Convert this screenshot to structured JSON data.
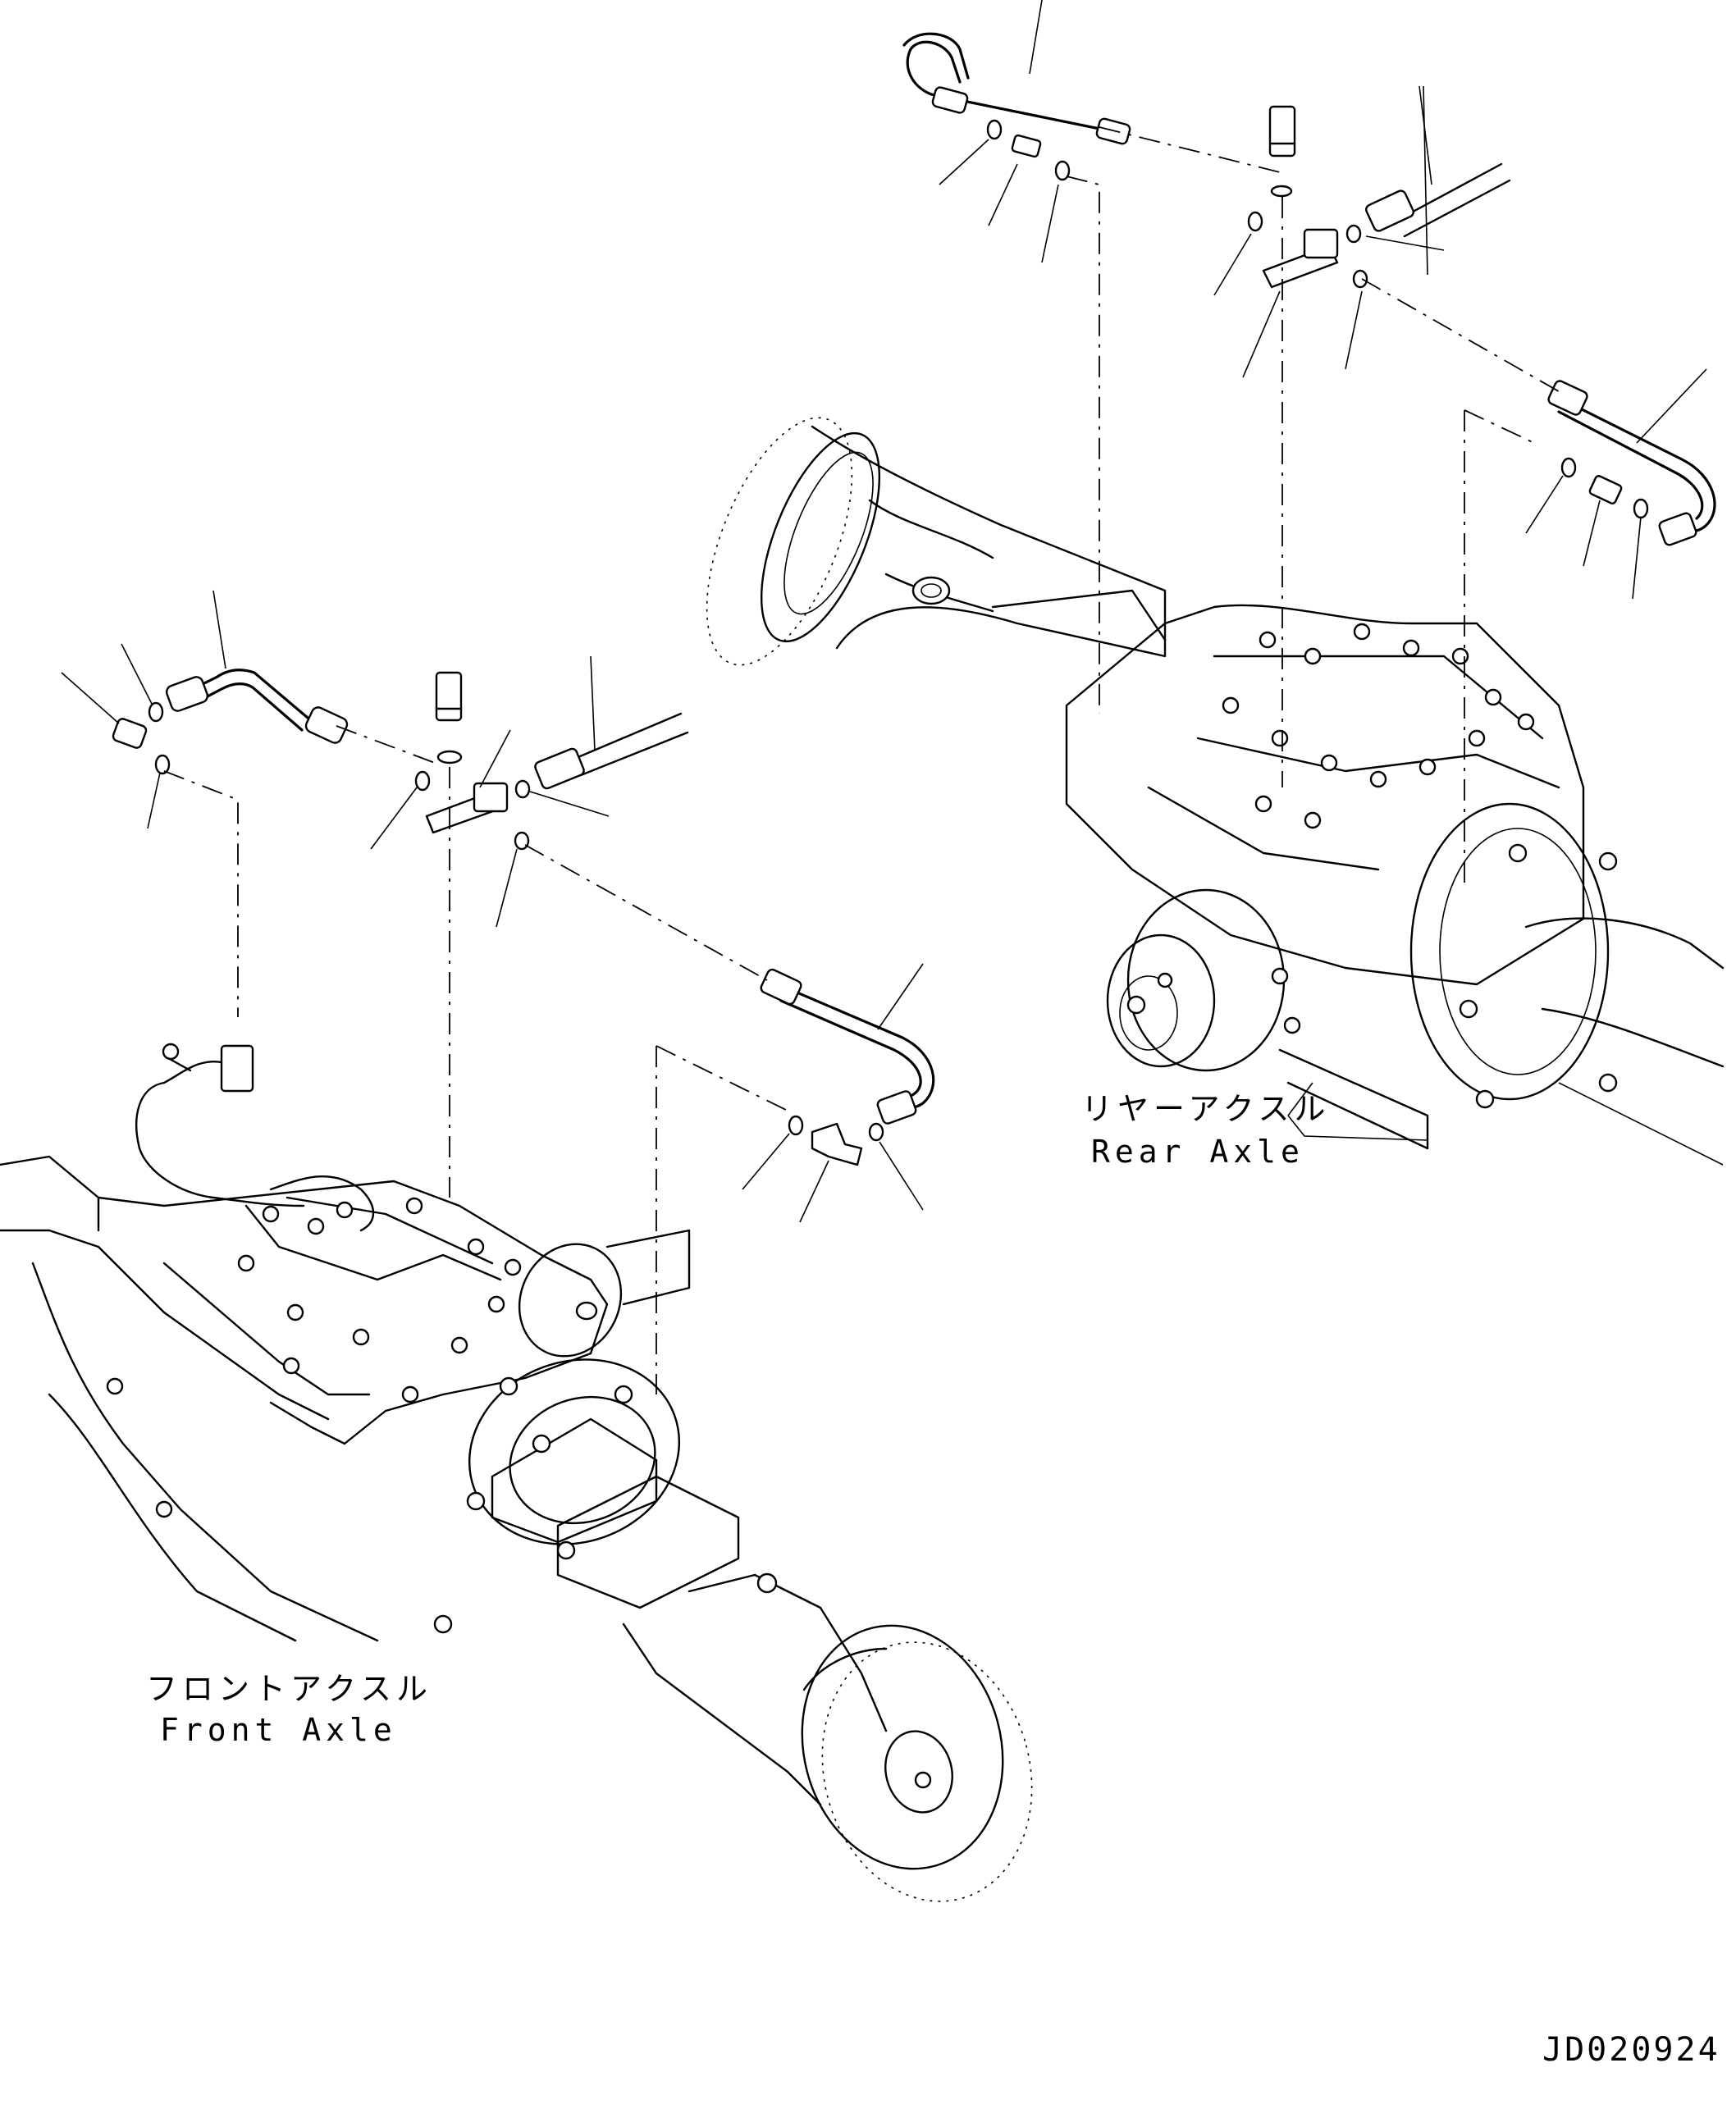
{
  "labels": {
    "rear_axle_jp": "リヤーアクスル",
    "rear_axle_en": "Rear Axle",
    "front_axle_jp": "フロントアクスル",
    "front_axle_en": "Front Axle",
    "drawing_code": "JD020924"
  }
}
